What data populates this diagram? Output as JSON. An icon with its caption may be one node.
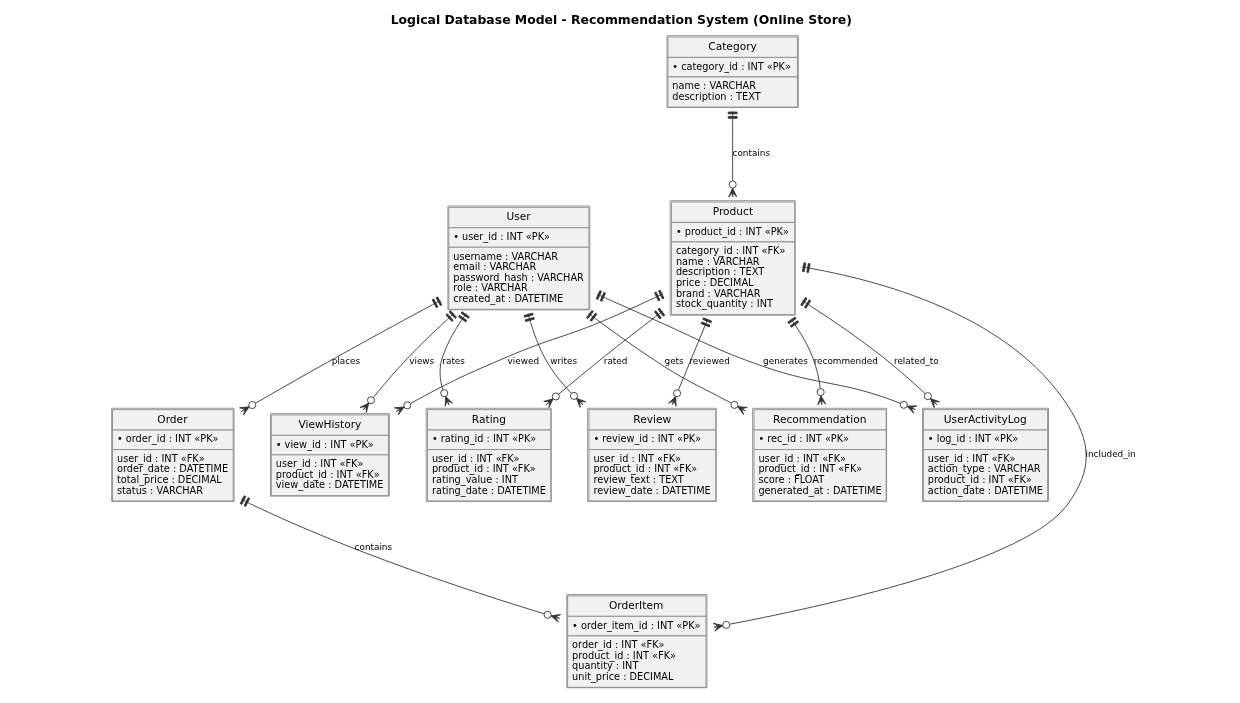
{
  "diagram": {
    "title": "Logical Database Model - Recommendation System (Online Store)",
    "nodes": [
      {
        "text": [
          "Category",
          "• category_id : INT «PK»",
          "name : VARCHAR",
          "description : TEXT"
        ]
      },
      {
        "text": [
          "User",
          "• user_id : INT «PK»",
          "username : VARCHAR",
          "email : VARCHAR",
          "password_hash : VARCHAR",
          "role : VARCHAR",
          "created_at : DATETIME"
        ]
      },
      {
        "text": [
          "Product",
          "• product_id : INT «PK»",
          "category_id : INT «FK»",
          "name : VARCHAR",
          "description : TEXT",
          "price : DECIMAL",
          "brand : VARCHAR",
          "stock_quantity : INT"
        ]
      },
      {
        "text": [
          "Order",
          "• order_id : INT «PK»",
          "user_id : INT «FK»",
          "order_date : DATETIME",
          "total_price : DECIMAL",
          "status : VARCHAR"
        ]
      },
      {
        "text": [
          "Review",
          "• review_id : INT «PK»",
          "user_id : INT «FK»",
          "product_id : INT «FK»",
          "review_text : TEXT",
          "review_date : DATETIME"
        ]
      },
      {
        "text": [
          "Recommendation",
          "• rec_id : INT «PK»",
          "user_id : INT «FK»",
          "product_id : INT «FK»",
          "score : FLOAT",
          "generated_at : DATETIME"
        ]
      },
      {
        "text": [
          "UserActivityLog",
          "• log_id : INT «PK»",
          "user_id : INT «FK»",
          "action_type : VARCHAR",
          "product_id : INT «FK»",
          "action_date : DATETIME"
        ]
      },
      {
        "text": [
          "ViewHistory",
          "• view_id : INT «PK»",
          "user_id : INT «FK»",
          "product_id : INT «FK»",
          "view_date : DATETIME"
        ]
      },
      {
        "text": [
          "Rating",
          "• rating_id : INT «PK»",
          "user_id : INT «FK»",
          "product_id : INT «FK»",
          "rating_value : INT",
          "rating_date : DATETIME"
        ]
      },
      {
        "text": [
          "OrderItem",
          "• order_item_id : INT «PK»",
          "order_id : INT «FK»",
          "product_id : INT «FK»",
          "quantity : INT",
          "unit_price : DECIMAL"
        ]
      }
    ],
    "edges": [
      {
        "from": 0,
        "to": 2,
        "arrow": "other",
        "label": "contains"
      },
      {
        "from": 1,
        "to": 3,
        "arrow": "other",
        "label": "places"
      },
      {
        "from": 1,
        "to": 4,
        "arrow": "other",
        "label": "writes"
      },
      {
        "from": 2,
        "to": 4,
        "arrow": "other",
        "label": "reviewed"
      },
      {
        "from": 1,
        "to": 5,
        "arrow": "other",
        "label": "gets"
      },
      {
        "from": 2,
        "to": 5,
        "arrow": "other",
        "label": "recommended"
      },
      {
        "from": 1,
        "to": 6,
        "arrow": "other",
        "label": "generates"
      },
      {
        "from": 2,
        "to": 6,
        "arrow": "other",
        "label": "related_to"
      },
      {
        "from": 1,
        "to": 7,
        "arrow": "other",
        "label": "views"
      },
      {
        "from": 2,
        "to": 7,
        "arrow": "other",
        "label": "viewed"
      },
      {
        "from": 1,
        "to": 8,
        "arrow": "other",
        "label": "rates"
      },
      {
        "from": 2,
        "to": 8,
        "arrow": "other",
        "label": "rated"
      },
      {
        "from": 3,
        "to": 9,
        "arrow": "other",
        "label": "contains"
      },
      {
        "from": 2,
        "to": 9,
        "arrow": "other",
        "label": "included_in"
      }
    ]
  }
}
